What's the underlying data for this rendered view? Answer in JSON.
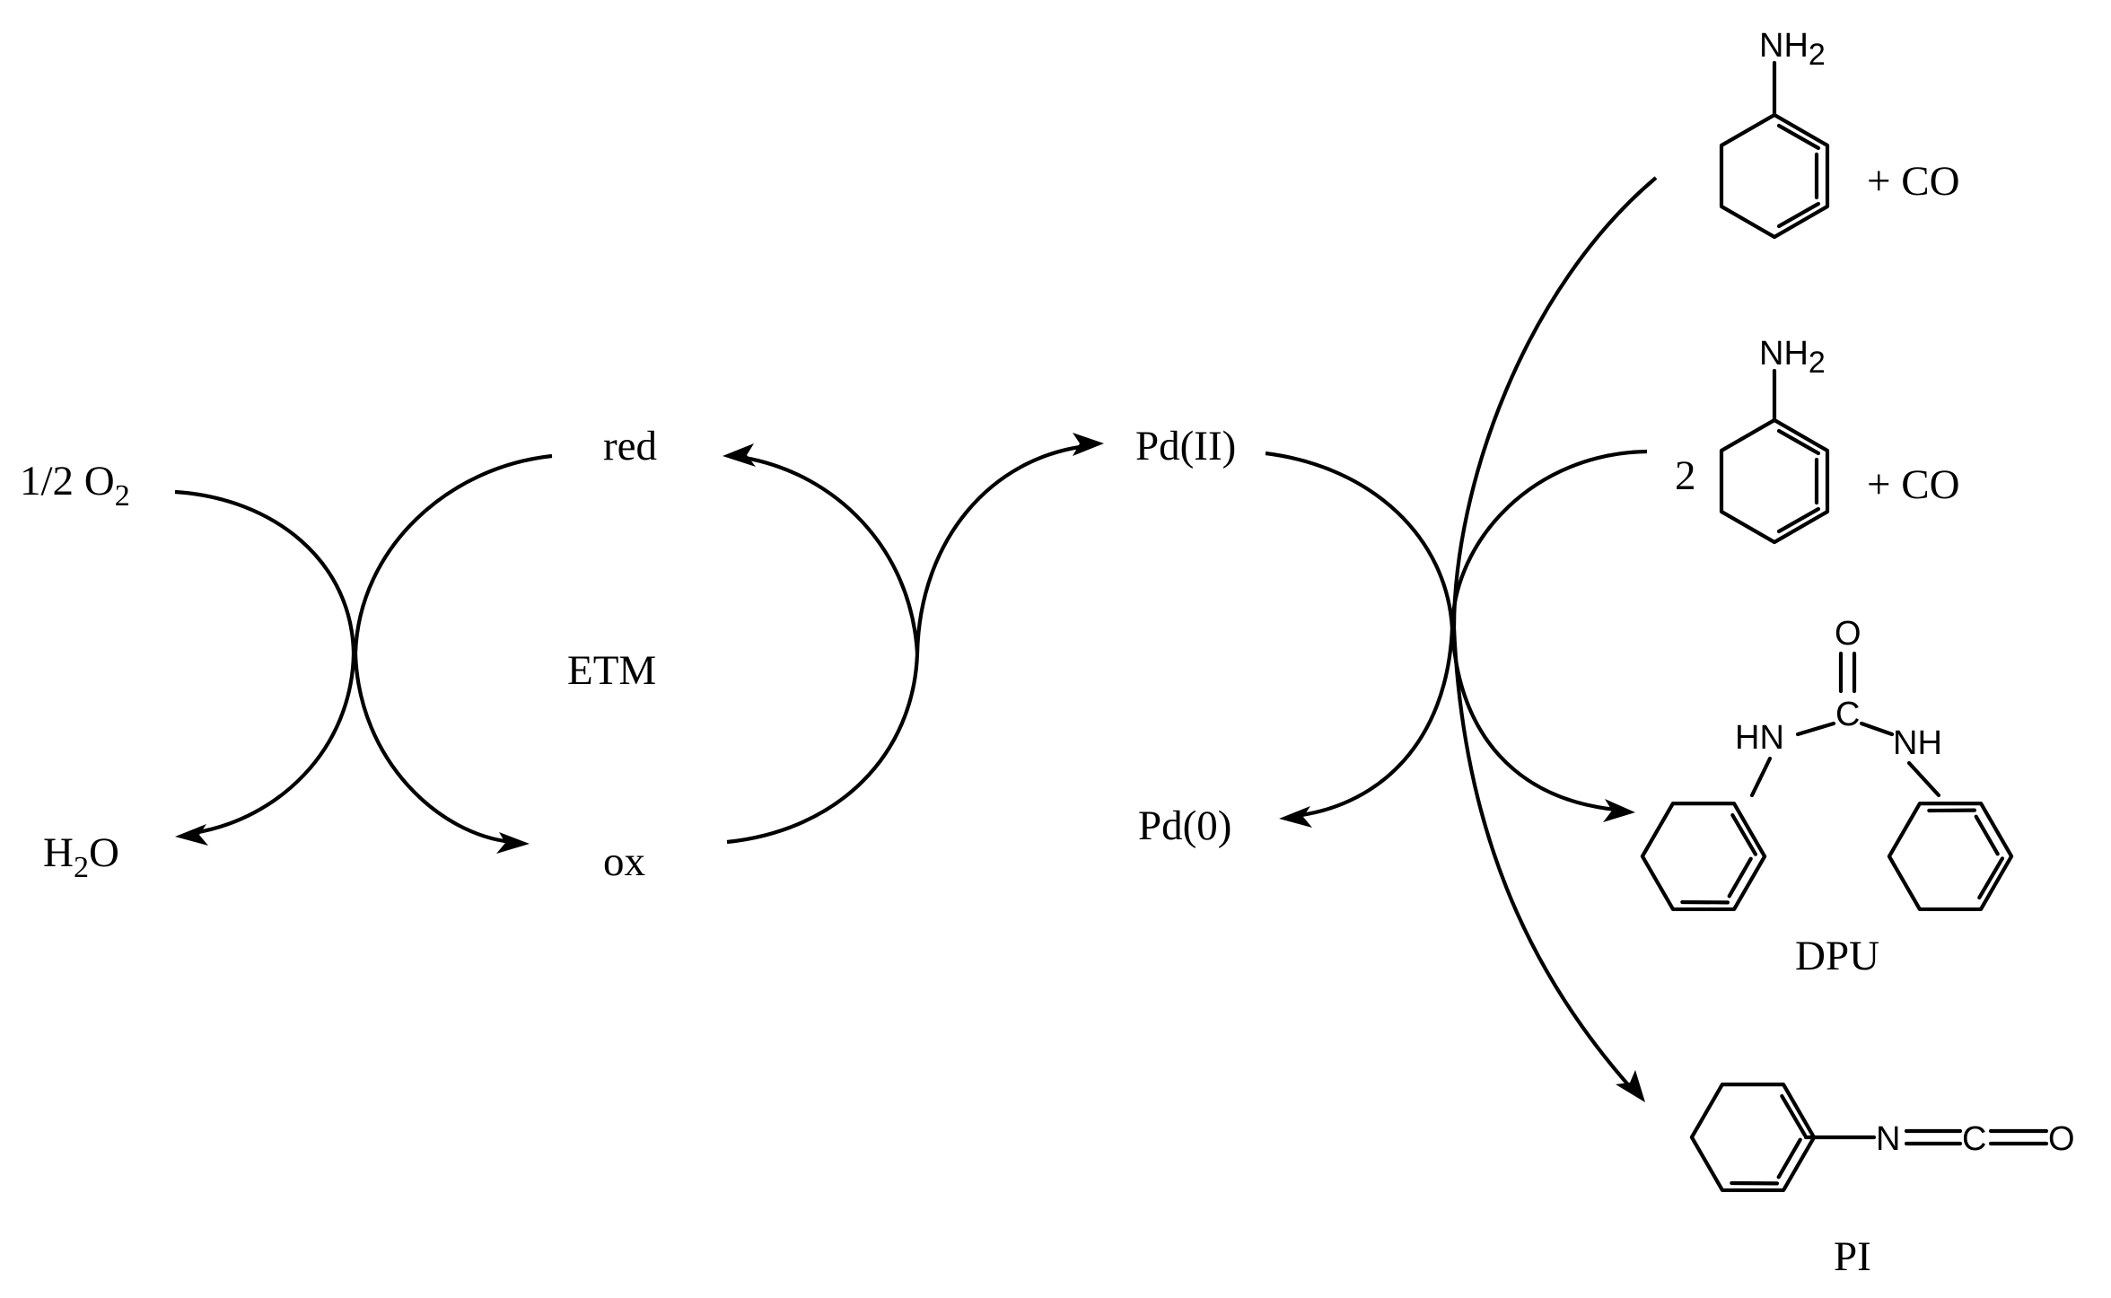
{
  "labels": {
    "o2_prefix": "1/2 O",
    "o2_sub": "2",
    "water_h": "H",
    "water_sub": "2",
    "water_o": "O",
    "red": "red",
    "ox": "ox",
    "etm": "ETM",
    "pd2": "Pd(II)",
    "pd0": "Pd(0)",
    "plus_co_1": "+ CO",
    "coefficient": "2",
    "plus_co_2": "+ CO",
    "dpu": "DPU",
    "pi": "PI"
  },
  "atoms": {
    "nh2_n": "NH",
    "nh2_sub": "2",
    "urea_o": "O",
    "urea_c": "C",
    "urea_hn": "HN",
    "urea_nh": "NH",
    "iso_n": "N",
    "iso_c": "C",
    "iso_o": "O"
  },
  "colors": {
    "ink": "#000000",
    "background": "#ffffff"
  }
}
